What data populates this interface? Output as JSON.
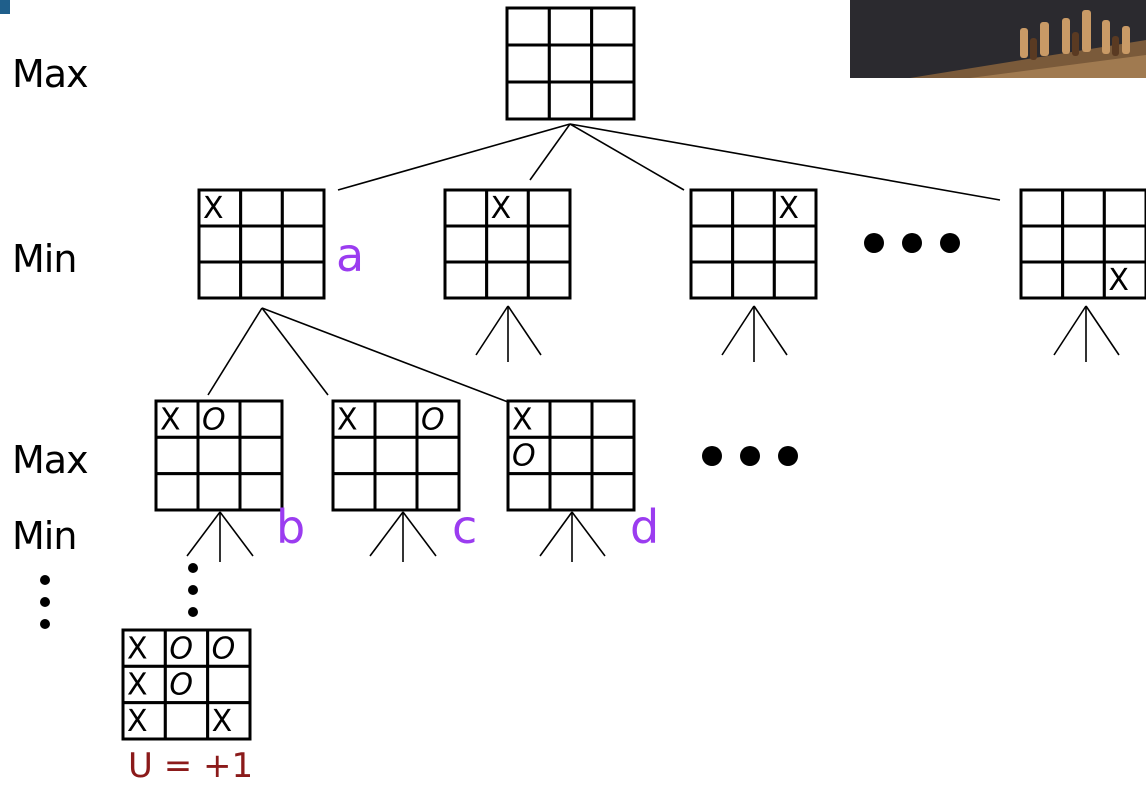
{
  "levels": [
    "Max",
    "Min",
    "Max",
    "Min"
  ],
  "node_labels": {
    "a": "a",
    "b": "b",
    "c": "c",
    "d": "d"
  },
  "utility": "U = +1",
  "colors": {
    "node_label": "#9b3cf0",
    "utility": "#8b1a1a",
    "line": "#000000"
  },
  "boards": {
    "root": [
      "",
      "",
      "",
      "",
      "",
      "",
      "",
      "",
      ""
    ],
    "min1": [
      "X",
      "",
      "",
      "",
      "",
      "",
      "",
      "",
      ""
    ],
    "min2": [
      "",
      "X",
      "",
      "",
      "",
      "",
      "",
      "",
      ""
    ],
    "min3": [
      "",
      "",
      "X",
      "",
      "",
      "",
      "",
      "",
      ""
    ],
    "min4": [
      "",
      "",
      "",
      "",
      "",
      "",
      "",
      "",
      "X"
    ],
    "max1": [
      "X",
      "O",
      "",
      "",
      "",
      "",
      "",
      "",
      ""
    ],
    "max2": [
      "X",
      "",
      "O",
      "",
      "",
      "",
      "",
      "",
      ""
    ],
    "max3": [
      "X",
      "",
      "",
      "O",
      "",
      "",
      "",
      "",
      ""
    ],
    "leaf": [
      "X",
      "O",
      "O",
      "X",
      "O",
      "",
      "X",
      "",
      "X"
    ]
  }
}
